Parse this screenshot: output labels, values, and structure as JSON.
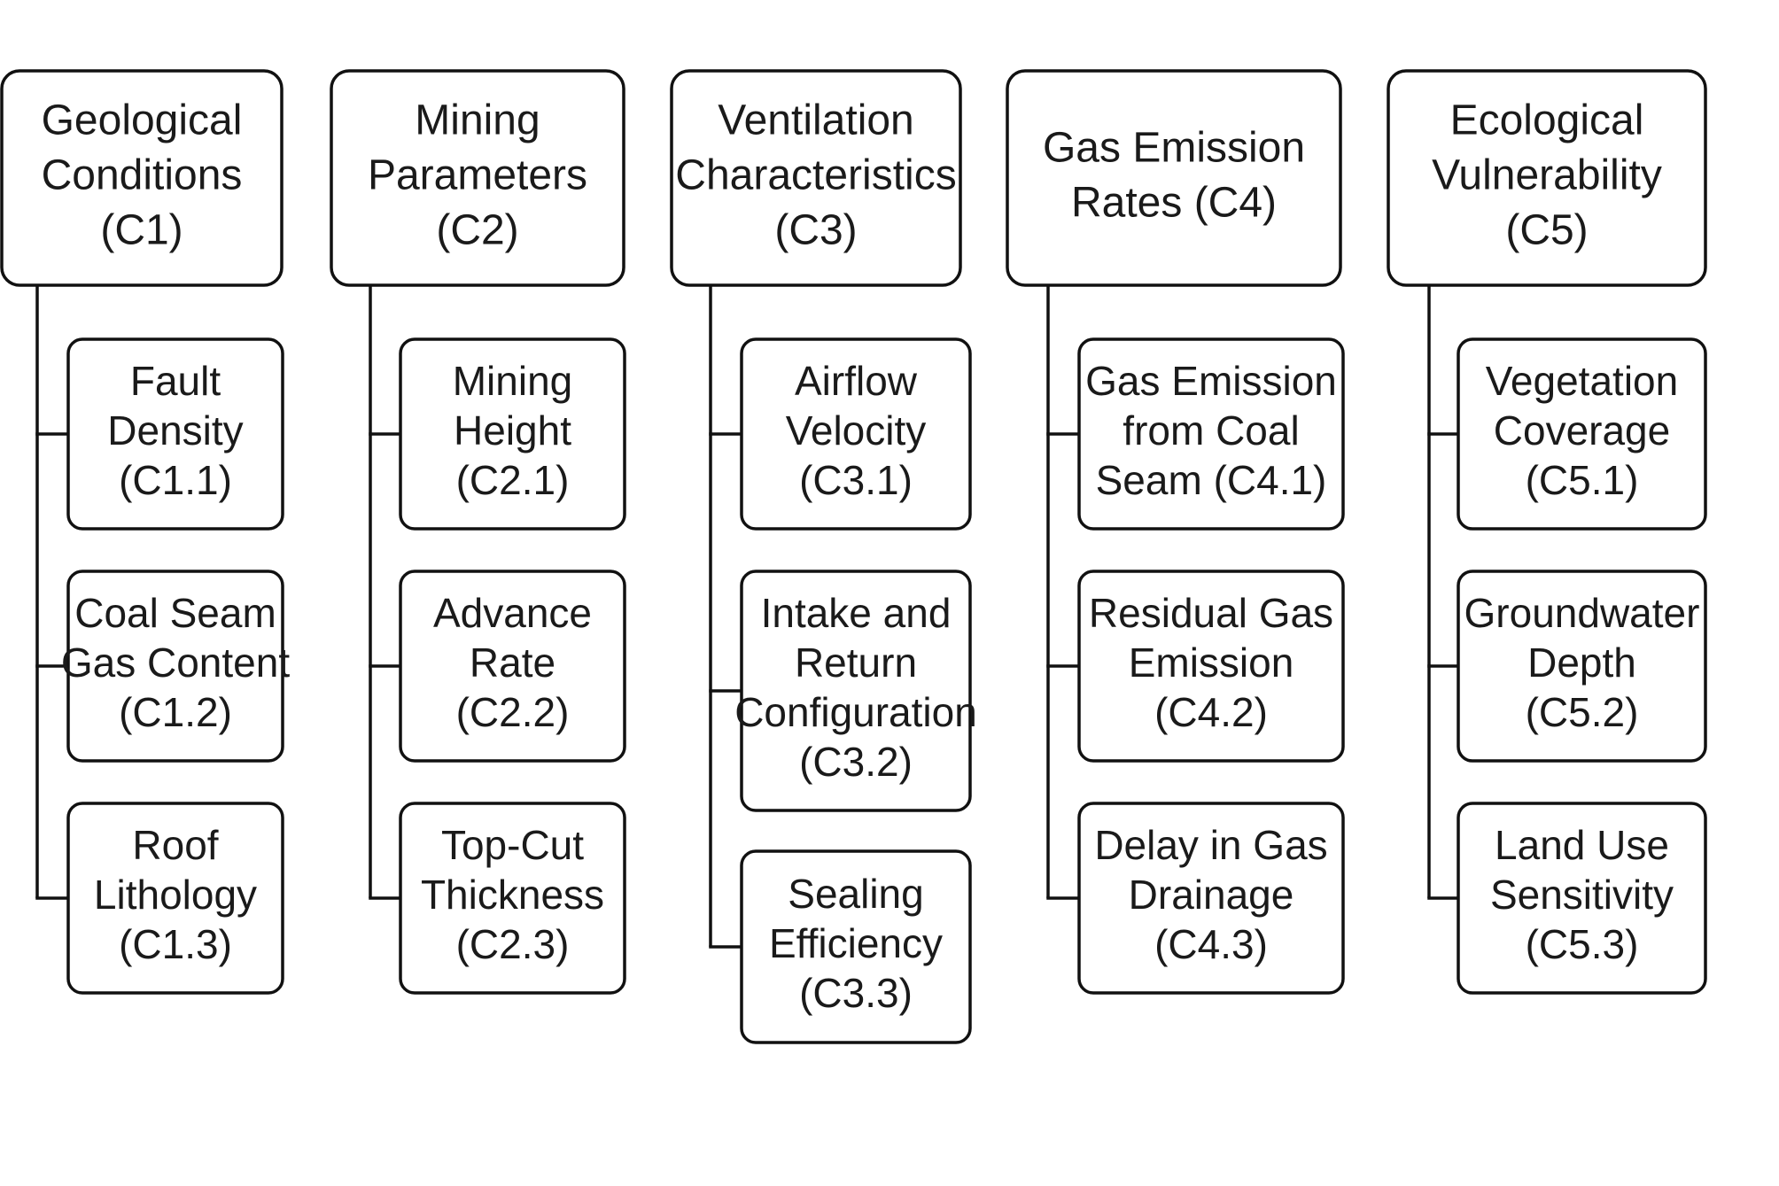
{
  "diagram": {
    "categories": [
      {
        "lines": [
          "Geological",
          "Conditions",
          "(C1)"
        ],
        "children": [
          {
            "lines": [
              "Fault",
              "Density",
              "(C1.1)"
            ]
          },
          {
            "lines": [
              "Coal Seam",
              "Gas Content",
              "(C1.2)"
            ]
          },
          {
            "lines": [
              "Roof",
              "Lithology",
              "(C1.3)"
            ]
          }
        ]
      },
      {
        "lines": [
          "Mining",
          "Parameters",
          "(C2)"
        ],
        "children": [
          {
            "lines": [
              "Mining",
              "Height",
              "(C2.1)"
            ]
          },
          {
            "lines": [
              "Advance",
              "Rate",
              "(C2.2)"
            ]
          },
          {
            "lines": [
              "Top-Cut",
              "Thickness",
              "(C2.3)"
            ]
          }
        ]
      },
      {
        "lines": [
          "Ventilation",
          "Characteristics",
          "(C3)"
        ],
        "children": [
          {
            "lines": [
              "Airflow",
              "Velocity",
              "(C3.1)"
            ]
          },
          {
            "lines": [
              "Intake and",
              "Return",
              "Configuration",
              "(C3.2)"
            ]
          },
          {
            "lines": [
              "Sealing",
              "Efficiency",
              "(C3.3)"
            ]
          }
        ]
      },
      {
        "lines": [
          "Gas Emission",
          "Rates (C4)"
        ],
        "children": [
          {
            "lines": [
              "Gas Emission",
              "from Coal",
              "Seam (C4.1)"
            ]
          },
          {
            "lines": [
              "Residual Gas",
              "Emission",
              "(C4.2)"
            ]
          },
          {
            "lines": [
              "Delay in Gas",
              "Drainage",
              "(C4.3)"
            ]
          }
        ]
      },
      {
        "lines": [
          "Ecological",
          "Vulnerability",
          "(C5)"
        ],
        "children": [
          {
            "lines": [
              "Vegetation",
              "Coverage",
              "(C5.1)"
            ]
          },
          {
            "lines": [
              "Groundwater",
              "Depth",
              "(C5.2)"
            ]
          },
          {
            "lines": [
              "Land Use",
              "Sensitivity",
              "(C5.3)"
            ]
          }
        ]
      }
    ]
  }
}
